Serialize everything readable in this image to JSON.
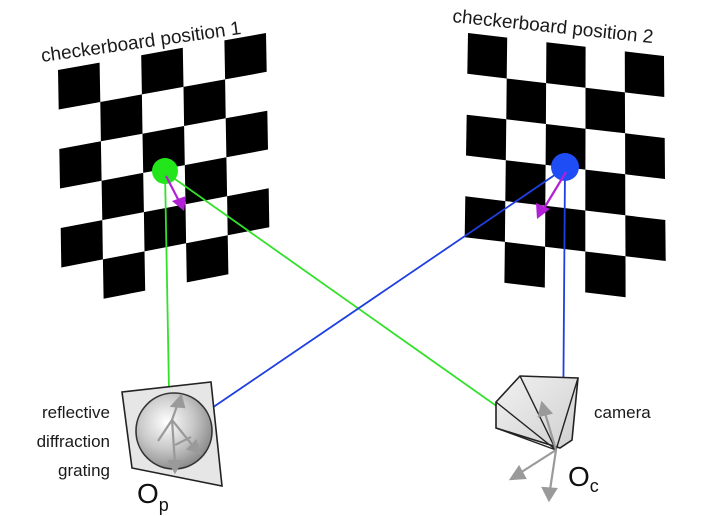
{
  "labels": {
    "board1_title": "checkerboard position 1",
    "board2_title": "checkerboard position 2",
    "grating_line1": "reflective",
    "grating_line2": "diffraction",
    "grating_line3": "grating",
    "camera": "camera",
    "origin_p_main": "O",
    "origin_p_sub": "p",
    "origin_c_main": "O",
    "origin_c_sub": "c"
  },
  "colors": {
    "ray_green": "#33e02a",
    "ray_blue": "#1f3fe0",
    "point_green": "#22e61a",
    "point_blue": "#1f4df5",
    "normal_arrow": "#b21fd6",
    "axis_arrow": "#9a9a9a",
    "board_dark": "#000000",
    "board_light": "#ffffff",
    "device_fill": "#e4e4e4"
  },
  "icons": {
    "grating": "reflective-grating-icon",
    "camera": "camera-icon"
  }
}
